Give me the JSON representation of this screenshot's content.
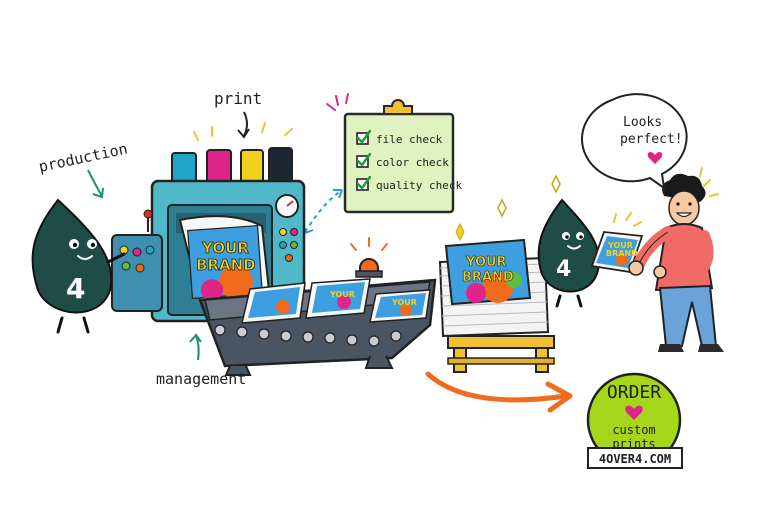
{
  "labels": {
    "print": "print",
    "production": "production",
    "management": "management"
  },
  "checklist": {
    "items": [
      "file check",
      "color check",
      "quality check"
    ]
  },
  "speech": {
    "line1": "Looks",
    "line2": "perfect!"
  },
  "mascot": {
    "number": "4"
  },
  "poster": {
    "line1": "YOUR",
    "line2": "BRAND"
  },
  "badge": {
    "order": "ORDER",
    "custom": "custom",
    "prints": "prints",
    "url": "4OVER4.COM"
  },
  "colors": {
    "ink_cyan": "#1ea5c9",
    "ink_magenta": "#e0258a",
    "ink_yellow": "#f2d11c",
    "ink_black": "#1d2733",
    "machine": "#4fb8c9",
    "mascot": "#1f4d45",
    "checklist_bg": "#dff2bf",
    "badge_green": "#a6d61a",
    "arrow_orange": "#f26a1b",
    "hoodie": "#f06b66",
    "jeans": "#6aa3d8"
  },
  "icons": [
    "clipboard-icon",
    "checkbox-checked-icon",
    "heart-icon",
    "sparkle-icon",
    "warning-light-icon",
    "pressure-gauge-icon",
    "arrow-icon"
  ]
}
